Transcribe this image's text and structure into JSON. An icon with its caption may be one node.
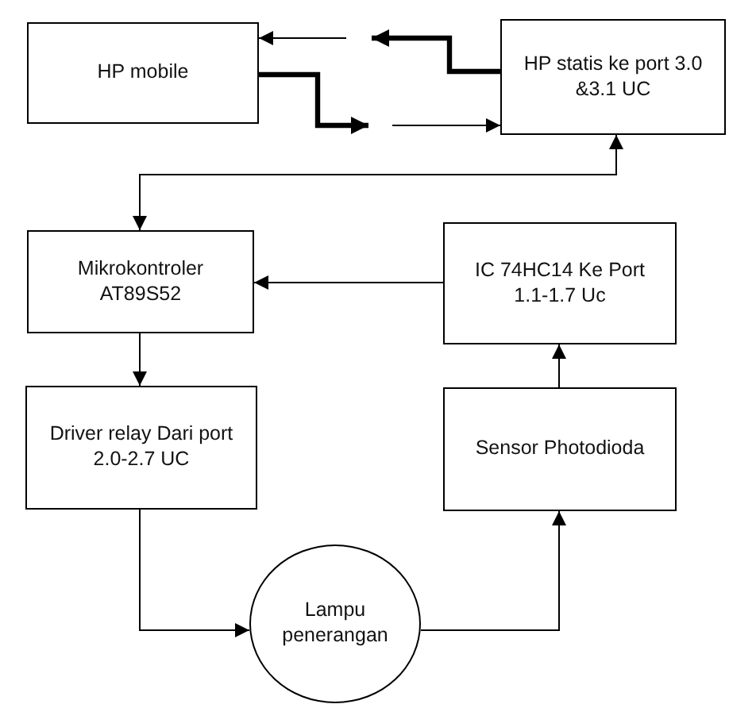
{
  "diagram": {
    "nodes": [
      {
        "text": [
          "HP mobile"
        ]
      },
      {
        "text": [
          "HP statis ke port 3.0 &3.1 UC"
        ]
      },
      {
        "text": [
          "Mikrokontroler AT89S52"
        ]
      },
      {
        "text": [
          "IC 74HC14 Ke Port 1.1-1.7 Uc"
        ]
      },
      {
        "text": [
          "Driver relay Dari port 2.0-2.7 UC"
        ]
      },
      {
        "text": [
          "Sensor Photodioda"
        ]
      },
      {
        "text": [
          "Lampu penerangan"
        ]
      }
    ],
    "edges": [
      {
        "from": 0,
        "to": null,
        "arrow": "to",
        "style": "thick"
      },
      {
        "from": null,
        "to": 1,
        "arrow": "to"
      },
      {
        "from": 1,
        "to": null,
        "arrow": "to",
        "style": "thick"
      },
      {
        "from": null,
        "to": 0,
        "arrow": "to"
      },
      {
        "from": 1,
        "to": 2,
        "arrow": "both"
      },
      {
        "from": 3,
        "to": 2,
        "arrow": "to"
      },
      {
        "from": 2,
        "to": 4,
        "arrow": "to"
      },
      {
        "from": 4,
        "to": 6,
        "arrow": "to"
      },
      {
        "from": 6,
        "to": 5,
        "arrow": "to"
      },
      {
        "from": 5,
        "to": 3,
        "arrow": "to"
      }
    ]
  }
}
